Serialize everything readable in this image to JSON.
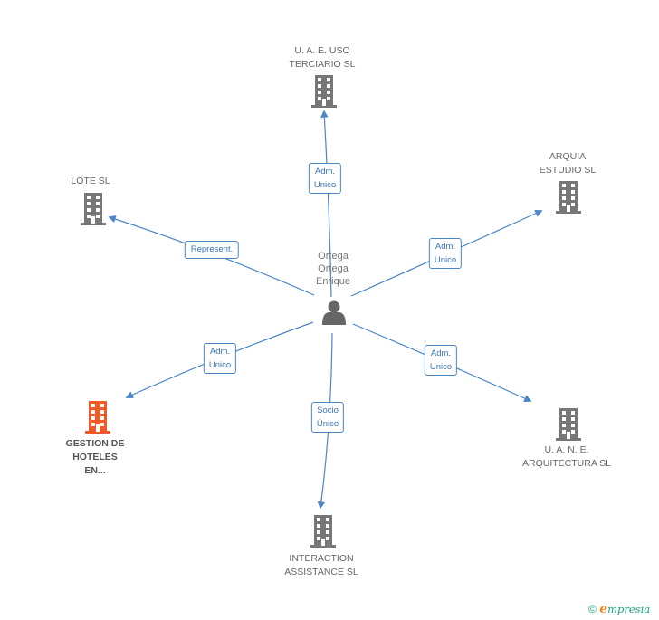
{
  "center": {
    "label_lines": [
      "Ortega",
      "Ortega",
      "Enrique"
    ],
    "icon": "person-icon"
  },
  "nodes": [
    {
      "id": "uae-uso",
      "label_lines": [
        "U.  A. E. USO",
        "TERCIARIO SL"
      ],
      "icon": "building-icon",
      "color": "#777777"
    },
    {
      "id": "arquia",
      "label_lines": [
        "ARQUIA",
        "ESTUDIO SL"
      ],
      "icon": "building-icon",
      "color": "#777777"
    },
    {
      "id": "lote",
      "label_lines": [
        "LOTE SL"
      ],
      "icon": "building-icon",
      "color": "#777777"
    },
    {
      "id": "gestion",
      "label_lines": [
        "GESTION DE",
        "HOTELES",
        "EN..."
      ],
      "icon": "building-icon",
      "color": "#f05a28",
      "highlight": true
    },
    {
      "id": "interaction",
      "label_lines": [
        "INTERACTION",
        "ASSISTANCE SL"
      ],
      "icon": "building-icon",
      "color": "#777777"
    },
    {
      "id": "uane",
      "label_lines": [
        "U.  A. N. E.",
        "ARQUITECTURA SL"
      ],
      "icon": "building-icon",
      "color": "#777777"
    }
  ],
  "edges": [
    {
      "to": "uae-uso",
      "label_lines": [
        "Adm.",
        "Unico"
      ]
    },
    {
      "to": "arquia",
      "label_lines": [
        "Adm.",
        "Unico"
      ]
    },
    {
      "to": "lote",
      "label_lines": [
        "Represent."
      ]
    },
    {
      "to": "gestion",
      "label_lines": [
        "Adm.",
        "Unico"
      ]
    },
    {
      "to": "interaction",
      "label_lines": [
        "Socio",
        "Único"
      ]
    },
    {
      "to": "uane",
      "label_lines": [
        "Adm.",
        "Unico"
      ]
    }
  ],
  "colors": {
    "edge": "#4a86c8",
    "building": "#777777",
    "highlight": "#f05a28",
    "person": "#666666"
  },
  "footer": {
    "copyright": "©",
    "brand_initial": "e",
    "brand_rest": "mpresia"
  }
}
